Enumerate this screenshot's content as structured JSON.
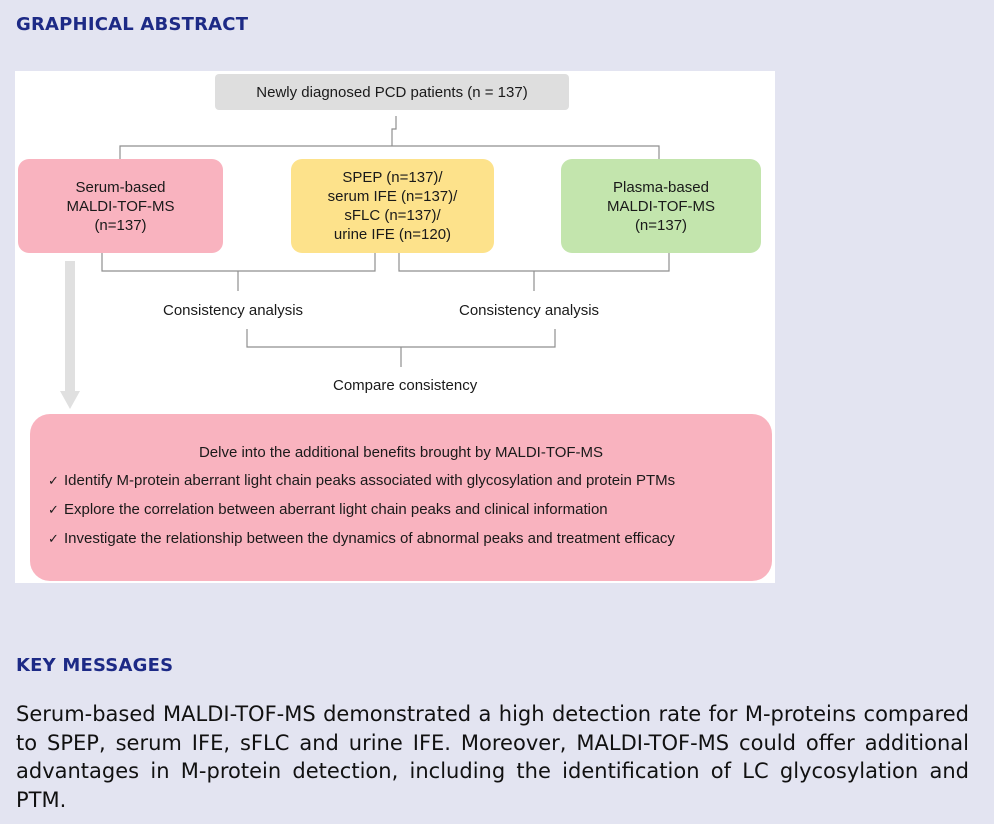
{
  "graphical_abstract": {
    "heading": "GRAPHICAL ABSTRACT",
    "figure": {
      "top_box": "Newly diagnosed PCD patients (n = 137)",
      "serum_box": "Serum-based\nMALDI-TOF-MS\n(n=137)",
      "tests_box": "SPEP (n=137)/\nserum IFE (n=137)/\nsFLC (n=137)/\nurine IFE (n=120)",
      "plasma_box": "Plasma-based\nMALDI-TOF-MS\n(n=137)",
      "consistency_left": "Consistency analysis",
      "consistency_right": "Consistency analysis",
      "compare": "Compare consistency",
      "bottom": {
        "title": "Delve into the additional benefits brought by MALDI-TOF-MS",
        "bullets": [
          "Identify M-protein aberrant light chain peaks associated with glycosylation and protein PTMs",
          "Explore the correlation between aberrant light chain peaks and clinical information",
          "Investigate the relationship between the dynamics of abnormal peaks and treatment efficacy"
        ],
        "check_mark": "✓"
      },
      "colors": {
        "serum": "#f9b3bf",
        "tests": "#fde28b",
        "plasma": "#c3e5ad",
        "top": "#dedede",
        "bracket": "#8f8f8f"
      }
    }
  },
  "key_messages": {
    "heading": "KEY MESSAGES",
    "body": "Serum-based MALDI-TOF-MS demonstrated a high detection rate for M-proteins compared to SPEP, serum IFE, sFLC and urine IFE. Moreover, MALDI-TOF-MS could offer additional advantages in M-protein detection, including the identification of LC glycosylation and PTM."
  }
}
